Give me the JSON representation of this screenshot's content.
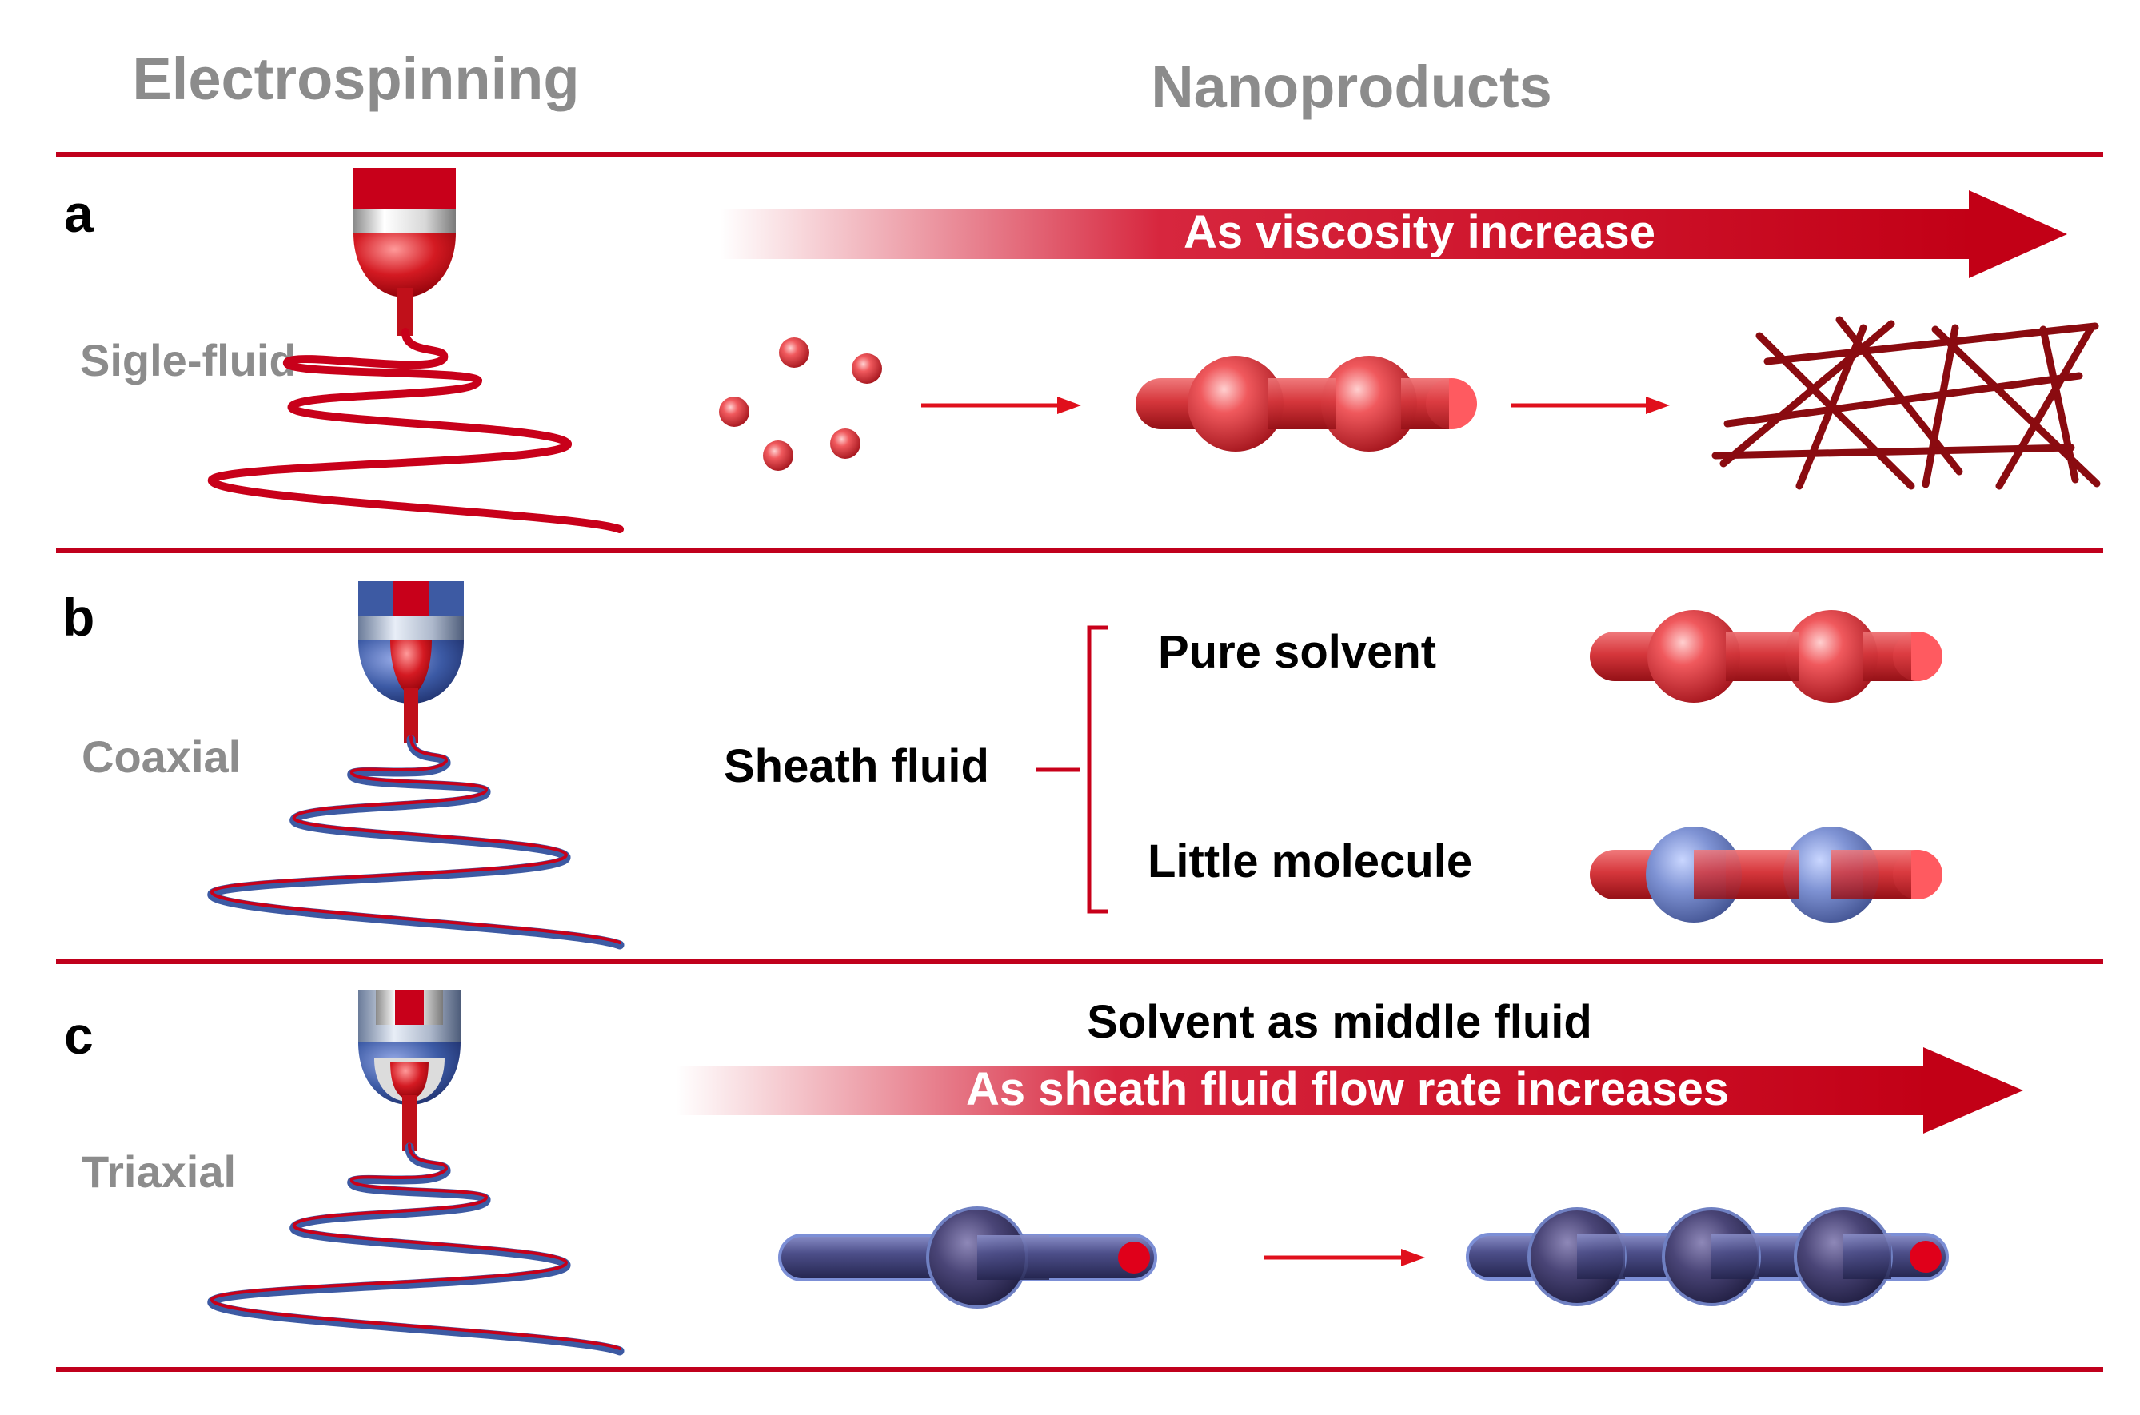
{
  "headers": {
    "left": "Electrospinning",
    "right": "Nanoproducts"
  },
  "panels": [
    {
      "letter": "a",
      "kind": "Sigle-fluid",
      "arrow_text": "As viscosity increase"
    },
    {
      "letter": "b",
      "kind": "Coaxial",
      "root_label": "Sheath fluid",
      "branches": [
        "Pure solvent",
        "Little molecule"
      ]
    },
    {
      "letter": "c",
      "kind": "Triaxial",
      "caption": "Solvent as middle fluid",
      "arrow_text": "As sheath fluid flow rate increases"
    }
  ],
  "colors": {
    "red": "#c8001a",
    "blue": "#3f5fa6",
    "grey": "#8c8c8c",
    "divider": "#c0001c"
  },
  "icons": [
    "single-nozzle",
    "coaxial-nozzle",
    "triaxial-nozzle",
    "nanoparticle",
    "beaded-fiber",
    "fiber-mat"
  ]
}
